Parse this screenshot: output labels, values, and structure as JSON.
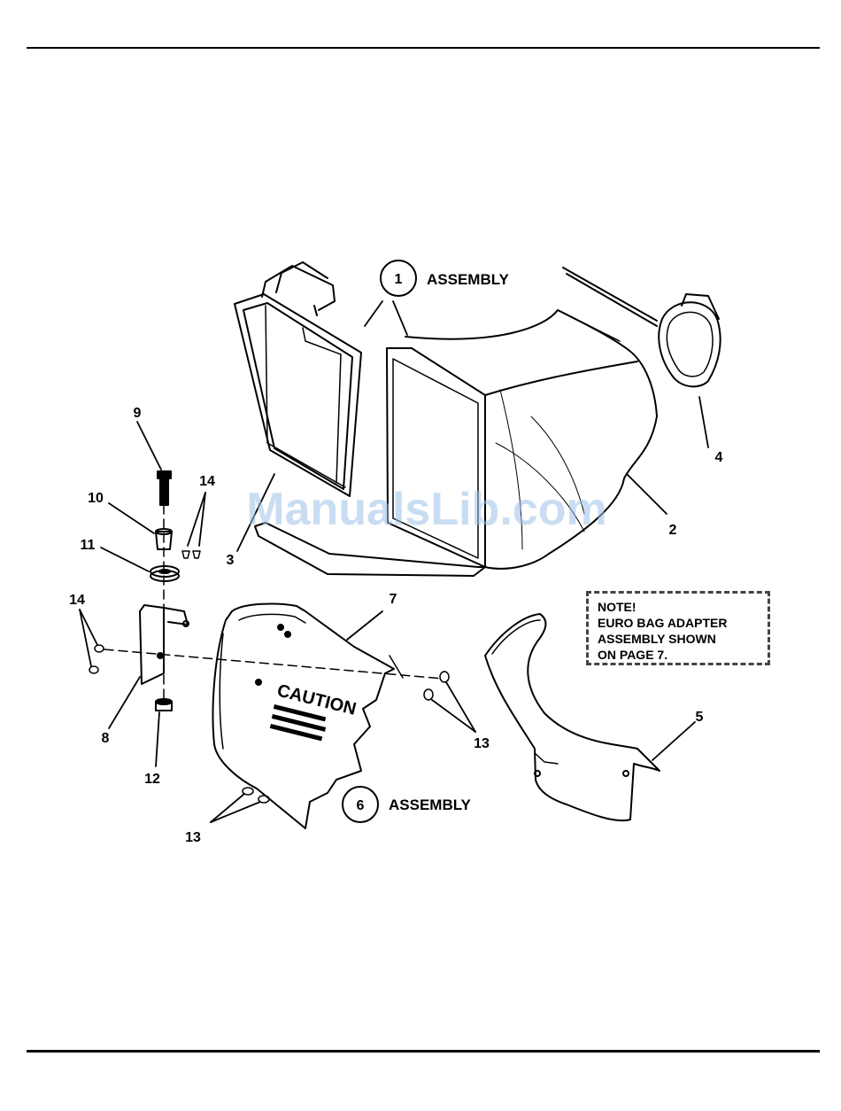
{
  "watermark": "ManualsLib.com",
  "note": {
    "lines": [
      "NOTE!",
      "EURO BAG ADAPTER",
      "ASSEMBLY SHOWN",
      "ON PAGE 7."
    ]
  },
  "assemblies": {
    "a1": {
      "number": "1",
      "label": "ASSEMBLY"
    },
    "a6": {
      "number": "6",
      "label": "ASSEMBLY"
    }
  },
  "callouts": {
    "c2": "2",
    "c3": "3",
    "c4": "4",
    "c5": "5",
    "c7": "7",
    "c8": "8",
    "c9": "9",
    "c10": "10",
    "c11": "11",
    "c12": "12",
    "c13a": "13",
    "c13b": "13",
    "c14a": "14",
    "c14b": "14"
  },
  "decal": {
    "title": "CAUTION"
  }
}
